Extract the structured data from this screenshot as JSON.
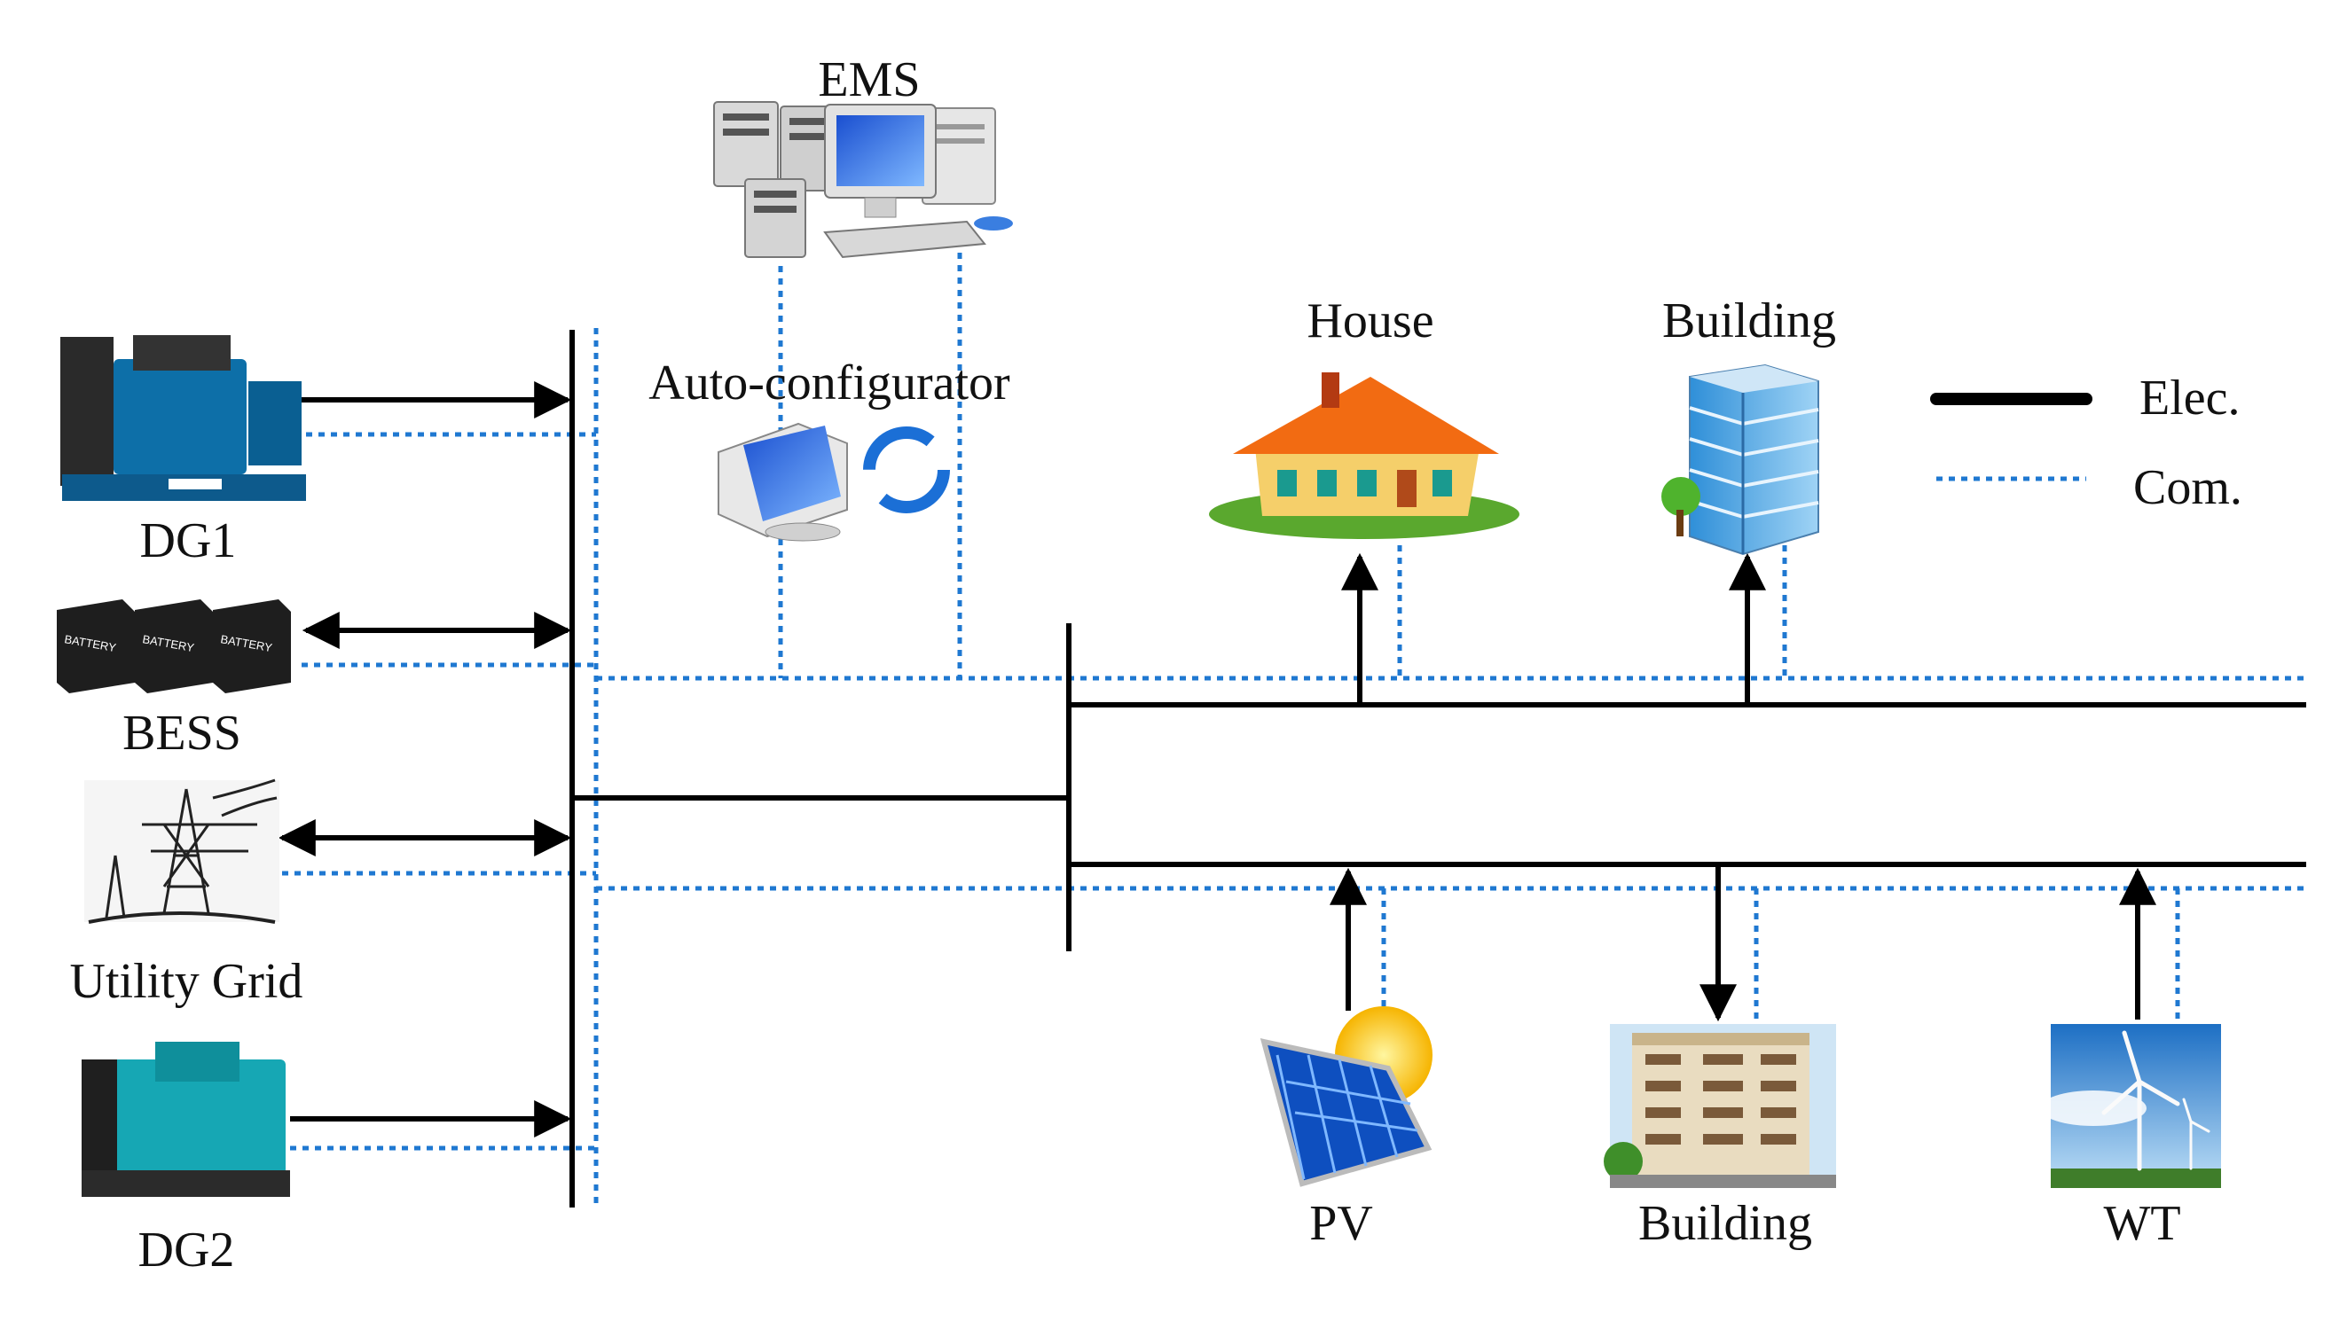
{
  "labels": {
    "ems": "EMS",
    "auto_configurator": "Auto-configurator",
    "dg1": "DG1",
    "bess": "BESS",
    "utility_grid": "Utility Grid",
    "dg2": "DG2",
    "house": "House",
    "building_top": "Building",
    "pv": "PV",
    "building_bottom": "Building",
    "wt": "WT"
  },
  "battery_text": "BATTERY",
  "legend": {
    "elec": "Elec.",
    "com": "Com."
  },
  "colors": {
    "electric_line": "#000000",
    "communication_line": "#1f78d1"
  }
}
